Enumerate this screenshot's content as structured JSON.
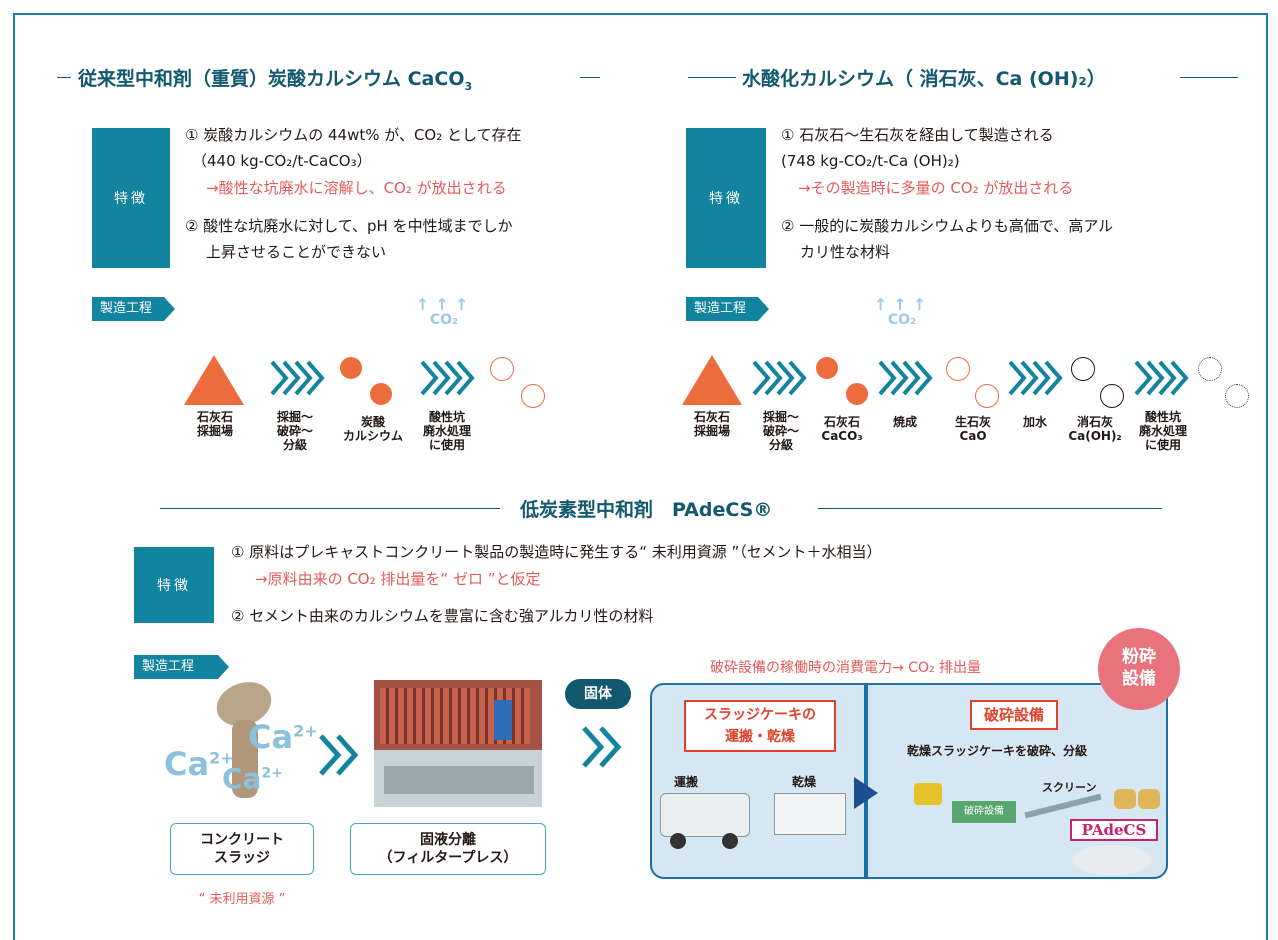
{
  "left": {
    "title": "従来型中和剤（重質）炭酸カルシウム CaCO",
    "title_sub": "3",
    "feature_label": "特徴",
    "lines": [
      "① 炭酸カルシウムの 44wt% が、CO₂ として存在",
      "（440 kg-CO₂/t-CaCO₃）",
      "→酸性な坑廃水に溶解し、CO₂ が放出される",
      "② 酸性な坑廃水に対して、pH を中性域までしか",
      "上昇させることができない"
    ],
    "process_tag": "製造工程",
    "co2": "CO₂",
    "steps": [
      "石灰石\n採掘場",
      "採掘〜\n破砕〜\n分級",
      "炭酸\nカルシウム",
      "酸性坑\n廃水処理\nに使用"
    ]
  },
  "right": {
    "title": "水酸化カルシウム（ 消石灰、Ca (OH)₂）",
    "feature_label": "特徴",
    "lines": [
      "① 石灰石〜生石灰を経由して製造される",
      "(748 kg-CO₂/t-Ca (OH)₂)",
      "→その製造時に多量の CO₂ が放出される",
      "② 一般的に炭酸カルシウムよりも高価で、高アル",
      "カリ性な材料"
    ],
    "process_tag": "製造工程",
    "co2": "CO₂",
    "steps": [
      "石灰石\n採掘場",
      "採掘〜\n破砕〜\n分級",
      "石灰石\nCaCO₃",
      "焼成",
      "生石灰\nCaO",
      "加水",
      "消石灰\nCa(OH)₂",
      "酸性坑\n廃水処理\nに使用"
    ]
  },
  "bottom": {
    "title": "低炭素型中和剤　PAdeCS®",
    "feature_label": "特徴",
    "lines": [
      "① 原料はプレキャストコンクリート製品の製造時に発生する“ 未利用資源 ”（セメント＋水相当）",
      "→原料由来の CO₂ 排出量を“ ゼロ ”と仮定",
      "② セメント由来のカルシウムを豊富に含む強アルカリ性の材料"
    ],
    "process_tag": "製造工程",
    "ca": [
      "Ca",
      "2+",
      "Ca",
      "2+",
      "Ca",
      "2+"
    ],
    "box1": "コンクリート\nスラッジ",
    "box1_note": "“ 未利用資源 ”",
    "box2": "固液分離\n（フィルタープレス）",
    "solid": "固体",
    "power_note": "破砕設備の稼働時の消費電力→ CO₂ 排出量",
    "badge": "粉砕\n設備",
    "panel_left_title": "スラッジケーキの\n運搬・乾燥",
    "transport": "運搬",
    "dry": "乾燥",
    "panel_right_title": "破砕設備",
    "crush_desc": "乾燥スラッジケーキを破砕、分級",
    "crusher": "破砕設備",
    "screen": "スクリーン",
    "product": "PAdeCS"
  },
  "colors": {
    "teal": "#13849f",
    "orange": "#ec6c3e",
    "red": "#e45a5a",
    "navy": "#12586f",
    "pink": "#e9737d"
  }
}
